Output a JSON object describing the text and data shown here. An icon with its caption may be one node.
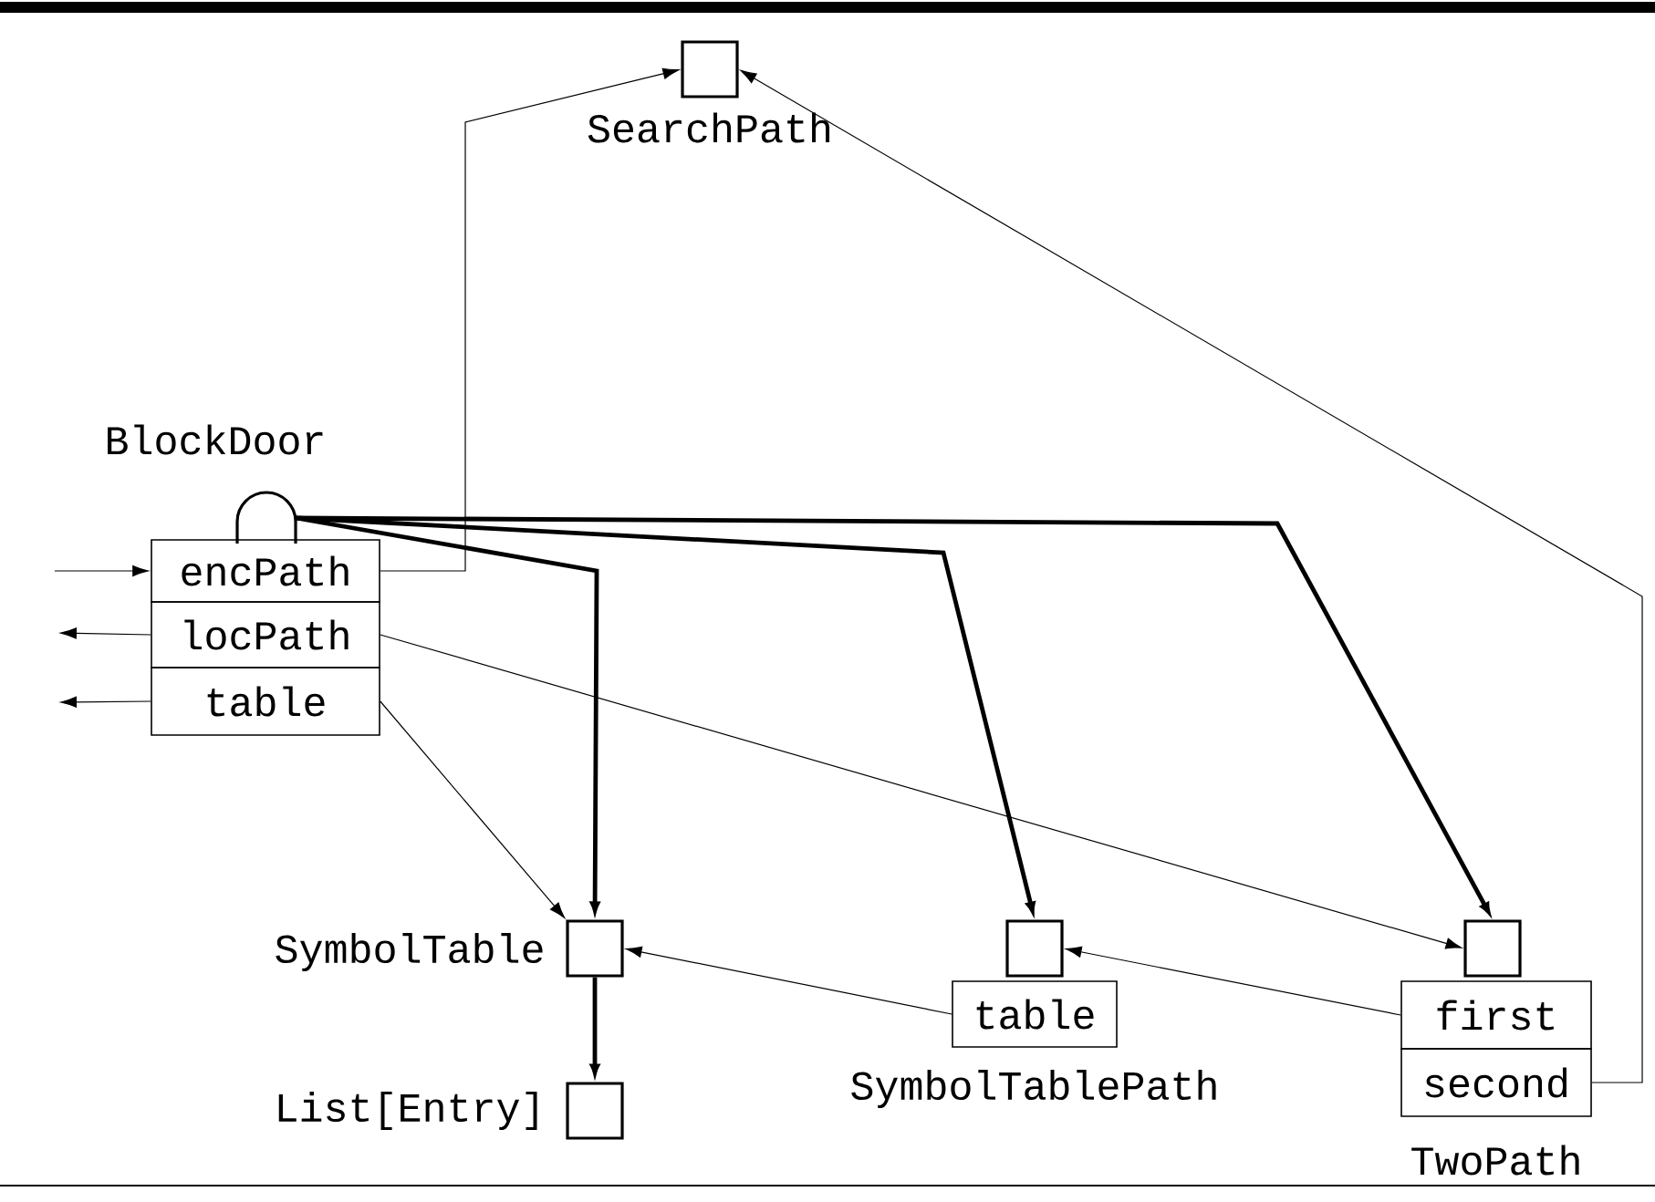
{
  "diagram": {
    "nodes": [
      {
        "text": [],
        "shape": "box",
        "beside": [
          "SearchPath"
        ]
      },
      {
        "text": [],
        "shape": "semicircle",
        "beside": [
          "BlockDoor"
        ]
      },
      {
        "text": [
          "encPath"
        ]
      },
      {
        "text": [
          "locPath"
        ]
      },
      {
        "text": [
          "table"
        ]
      },
      {
        "text": [],
        "shape": "box",
        "beside": [
          "SymbolTable"
        ]
      },
      {
        "text": [],
        "shape": "box"
      },
      {
        "text": [
          "table"
        ],
        "beside": [
          "SymbolTablePath"
        ]
      },
      {
        "text": [],
        "shape": "box"
      },
      {
        "text": [
          "first"
        ]
      },
      {
        "text": [
          "second"
        ],
        "beside": [
          "TwoPath"
        ]
      },
      {
        "text": [],
        "shape": "box",
        "beside": [
          "List[Entry]"
        ]
      }
    ],
    "edges": [
      {
        "from": null,
        "to": 2,
        "arrow": "to"
      },
      {
        "from": 3,
        "to": null,
        "arrow": "to"
      },
      {
        "from": 4,
        "to": null,
        "arrow": "to"
      },
      {
        "from": 2,
        "to": 0,
        "arrow": "to"
      },
      {
        "from": 10,
        "to": 0,
        "arrow": "to"
      },
      {
        "from": 1,
        "to": 5,
        "arrow": "to",
        "style": "thick"
      },
      {
        "from": 1,
        "to": 6,
        "arrow": "to",
        "style": "thick"
      },
      {
        "from": 1,
        "to": 8,
        "arrow": "to",
        "style": "thick"
      },
      {
        "from": 3,
        "to": 8,
        "arrow": "to"
      },
      {
        "from": 4,
        "to": 5,
        "arrow": "to"
      },
      {
        "from": 7,
        "to": 5,
        "arrow": "to"
      },
      {
        "from": 9,
        "to": 6,
        "arrow": "to"
      },
      {
        "from": 5,
        "to": 11,
        "arrow": "to",
        "style": "thick"
      }
    ]
  }
}
